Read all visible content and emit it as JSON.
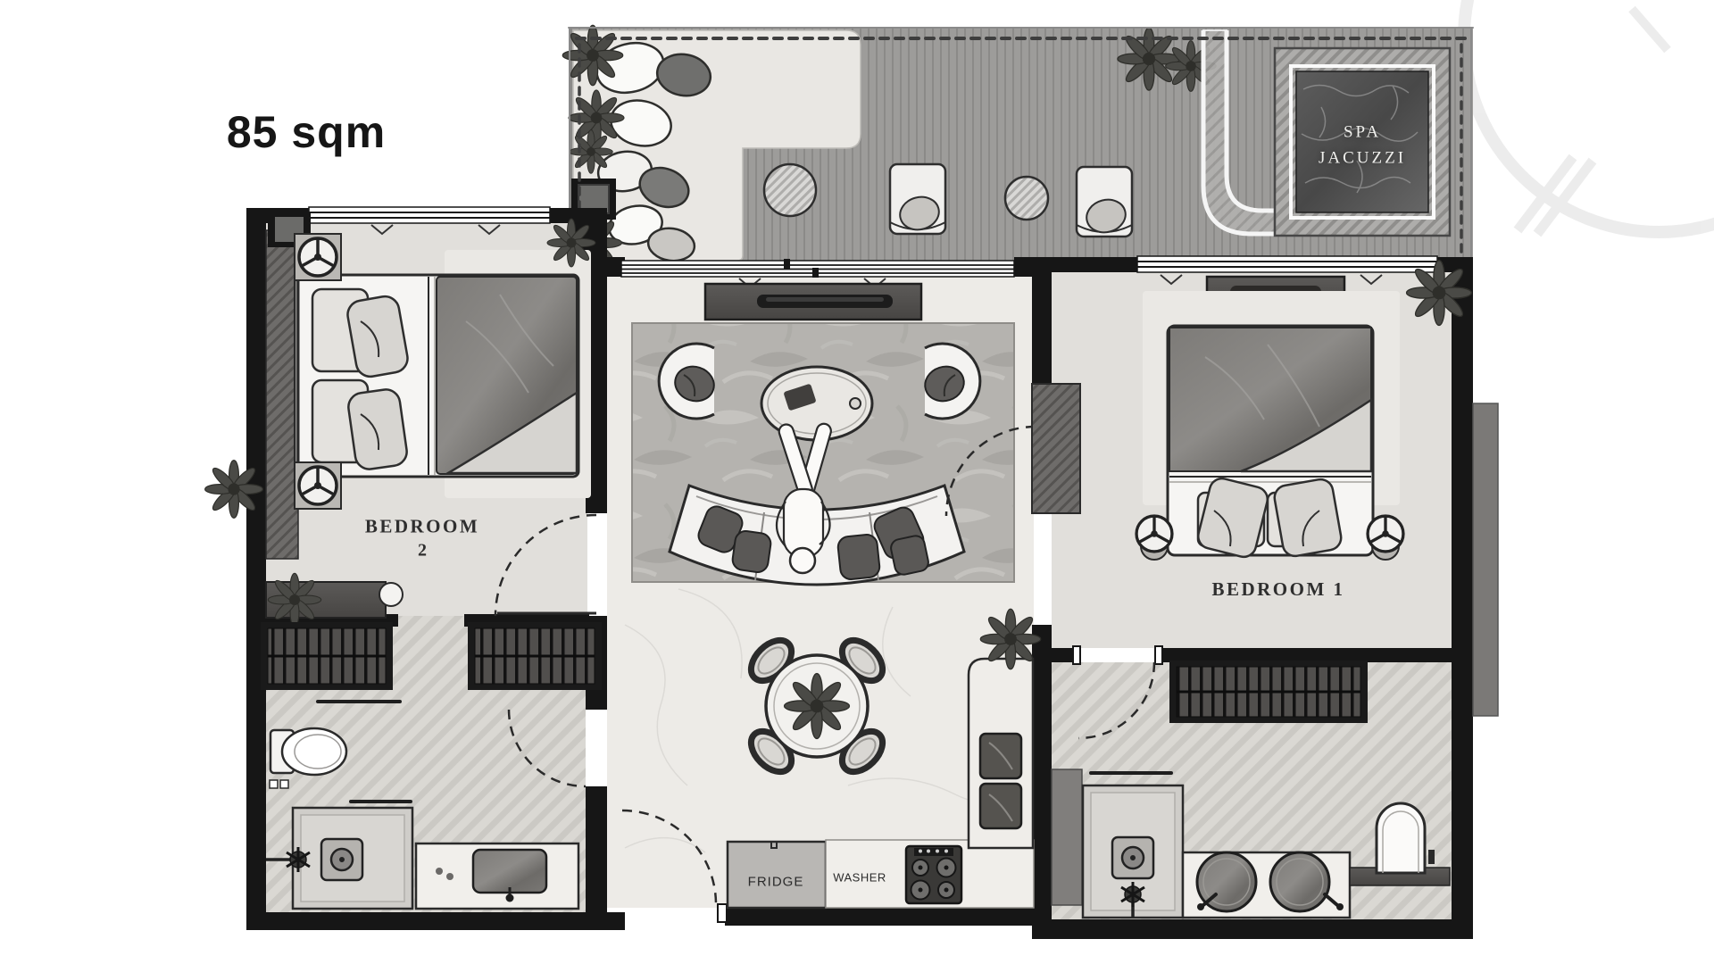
{
  "plan": {
    "area_label": "85 sqm",
    "rooms": {
      "bedroom2_title": "BEDROOM",
      "bedroom2_number": "2",
      "bedroom1_title": "BEDROOM 1",
      "spa_line1": "SPA",
      "spa_line2": "JACUZZI"
    },
    "appliances": {
      "fridge": "FRIDGE",
      "washer": "WASHER"
    }
  },
  "colors": {
    "wall": "#161616",
    "deck_wood": "#9d9c9a",
    "stone_path": "#e9e7e3",
    "jacuzzi_water": "#525252",
    "floor_light": "#e0deda",
    "floor_herringbone": "#d9d7d2",
    "living_rug": "#b5b3af",
    "furniture_white": "#f3f2f0",
    "dark_textile": "#6f6d6b",
    "label_text": "#2e2e2e"
  }
}
